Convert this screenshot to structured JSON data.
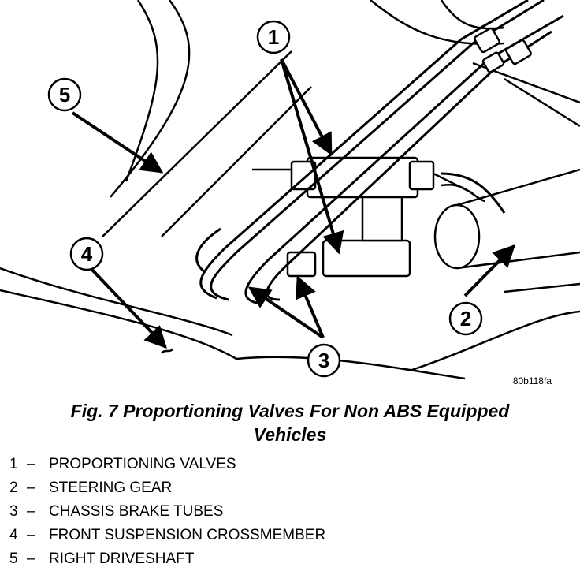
{
  "figure": {
    "code": "80b118fa",
    "caption_line1": "Fig. 7 Proportioning Valves For Non ABS Equipped",
    "caption_line2": "Vehicles"
  },
  "callouts": [
    "1",
    "2",
    "3",
    "4",
    "5"
  ],
  "legend": [
    {
      "num": "1",
      "dash": "–",
      "label": "PROPORTIONING VALVES"
    },
    {
      "num": "2",
      "dash": "–",
      "label": "STEERING GEAR"
    },
    {
      "num": "3",
      "dash": "–",
      "label": "CHASSIS BRAKE TUBES"
    },
    {
      "num": "4",
      "dash": "–",
      "label": "FRONT SUSPENSION CROSSMEMBER"
    },
    {
      "num": "5",
      "dash": "–",
      "label": "RIGHT DRIVESHAFT"
    }
  ]
}
